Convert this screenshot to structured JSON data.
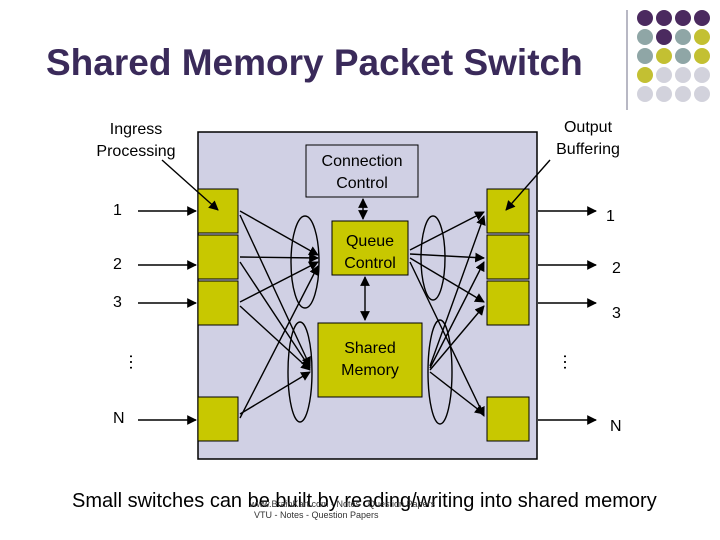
{
  "title": "Shared Memory Packet Switch",
  "labels": {
    "ingress": [
      "Ingress",
      "Processing"
    ],
    "output": [
      "Output",
      "Buffering"
    ],
    "connection": [
      "Connection",
      "Control"
    ],
    "queue": [
      "Queue",
      "Control"
    ],
    "shared": [
      "Shared",
      "Memory"
    ]
  },
  "ports": {
    "in": [
      "1",
      "2",
      "3",
      "N"
    ],
    "out": [
      "1",
      "2",
      "3",
      "N"
    ],
    "ellipsis": "…"
  },
  "caption": "Small switches can be built by reading/writing into shared memory",
  "footer": [
    "www.BrainKart.com - Notes - Question Papers",
    "VTU - Notes - Question Papers"
  ],
  "colors": {
    "title": "#3a2a5a",
    "switch_fill": "#d0d0e4",
    "block_fill": "#c8c800",
    "dot_purple": "#4b2a5f",
    "dot_teal": "#8fa6a6",
    "dot_olive": "#c3c032",
    "dot_gray": "#d2d2dc"
  },
  "decor_dots": [
    [
      "purple",
      "purple",
      "purple",
      "purple"
    ],
    [
      "teal",
      "purple",
      "teal",
      "olive"
    ],
    [
      "teal",
      "olive",
      "teal",
      "olive"
    ],
    [
      "olive",
      "gray",
      "gray",
      "gray"
    ],
    [
      "gray",
      "gray",
      "gray",
      "gray"
    ]
  ]
}
